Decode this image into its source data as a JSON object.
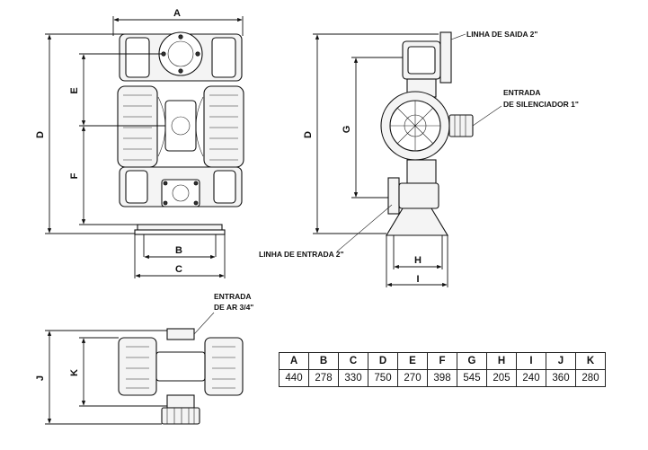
{
  "dimension_letters": {
    "a": "A",
    "b": "B",
    "c": "C",
    "d": "D",
    "e": "E",
    "f": "F",
    "g": "G",
    "h": "H",
    "i": "I",
    "j": "J",
    "k": "K"
  },
  "callouts": {
    "outlet_line": "LINHA DE SAIDA 2\"",
    "silencer_inlet_line1": "ENTRADA",
    "silencer_inlet_line2": "DE SILENCIADOR 1\"",
    "inlet_line": "LINHA DE ENTRADA 2\"",
    "air_inlet_line1": "ENTRADA",
    "air_inlet_line2": "DE AR 3/4\""
  },
  "dimensions_table": {
    "headers": [
      "A",
      "B",
      "C",
      "D",
      "E",
      "F",
      "G",
      "H",
      "I",
      "J",
      "K"
    ],
    "values": [
      "440",
      "278",
      "330",
      "750",
      "270",
      "398",
      "545",
      "205",
      "240",
      "360",
      "280"
    ]
  }
}
